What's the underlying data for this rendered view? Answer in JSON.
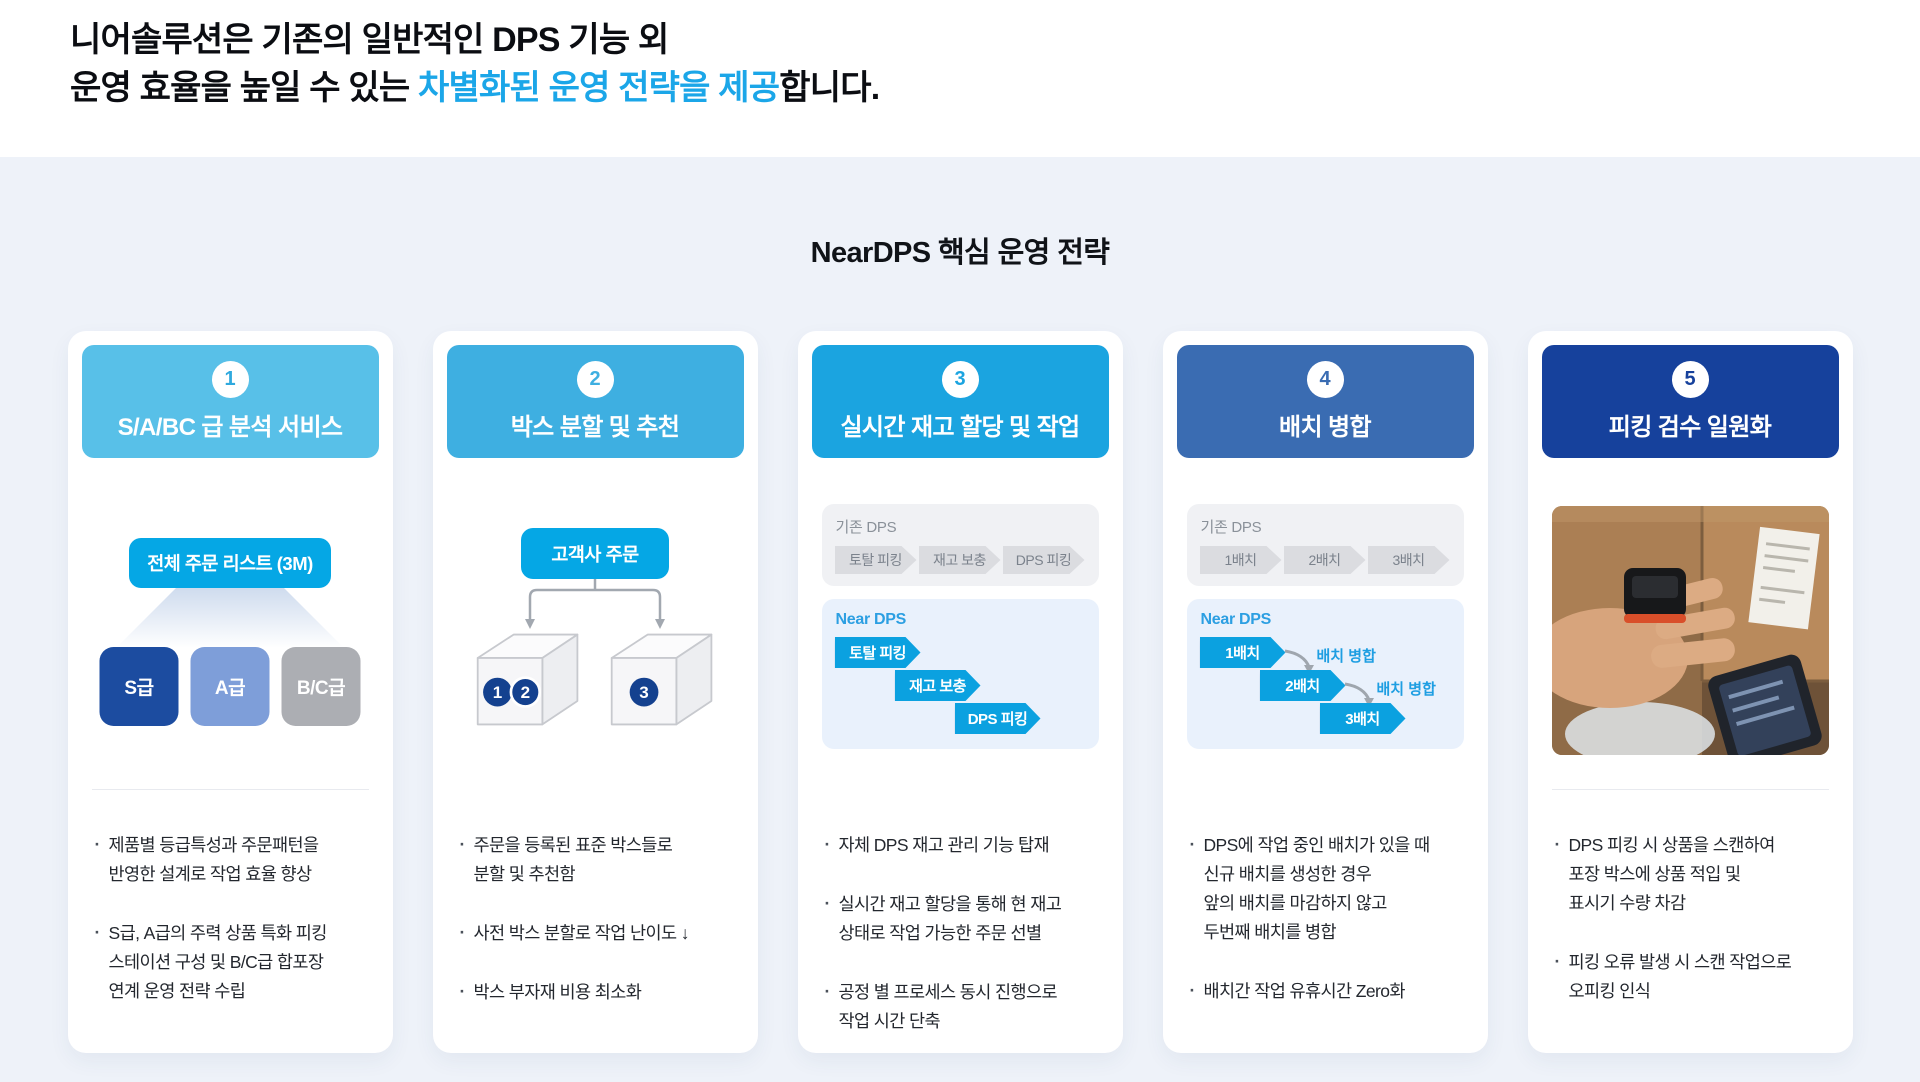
{
  "hero": {
    "line1": "니어솔루션은 기존의 일반적인 DPS 기능 외",
    "line2_prefix": "운영 효율을 높일 수 있는 ",
    "line2_highlight": "차별화된 운영 전략을 제공",
    "line2_suffix": "합니다."
  },
  "section_title": "NearDPS 핵심 운영 전략",
  "cards": [
    {
      "number": "1",
      "title": "S/A/BC 급 분석 서비스",
      "header_color": "#58C0E8",
      "diagram": {
        "source_pill": "전체 주문 리스트 (3M)",
        "classes": [
          {
            "label": "S급",
            "color": "#1C4CA0"
          },
          {
            "label": "A급",
            "color": "#7E9ED9"
          },
          {
            "label": "B/C급",
            "color": "#ACAEB3"
          }
        ]
      },
      "bullets": [
        "제품별 등급특성과 주문패턴을\n반영한 설계로 작업 효율 향상",
        "S급, A급의 주력 상품 특화 피킹\n스테이션 구성 및 B/C급 합포장\n연계 운영 전략 수립"
      ]
    },
    {
      "number": "2",
      "title": "박스 분할 및 추천",
      "header_color": "#3EAFE1",
      "diagram": {
        "source_pill": "고객사 주문",
        "boxes": [
          {
            "orders": [
              "1",
              "2"
            ]
          },
          {
            "orders": [
              "3"
            ]
          }
        ]
      },
      "bullets": [
        "주문을 등록된 표준 박스들로\n분할 및 추천함",
        "사전 박스 분할로 작업 난이도 ↓",
        "박스 부자재 비용 최소화"
      ]
    },
    {
      "number": "3",
      "title": "실시간 재고 할당 및 작업",
      "header_color": "#1BA4E0",
      "diagram": {
        "legacy": {
          "label": "기존 DPS",
          "steps": [
            "토탈 피킹",
            "재고 보충",
            "DPS 피킹"
          ]
        },
        "near": {
          "label": "Near DPS",
          "steps": [
            "토탈 피킹",
            "재고 보충",
            "DPS 피킹"
          ]
        }
      },
      "bullets": [
        "자체 DPS 재고 관리 기능 탑재",
        "실시간 재고 할당을 통해 현 재고\n상태로 작업 가능한 주문 선별",
        "공정 별 프로세스 동시 진행으로\n작업 시간 단축"
      ]
    },
    {
      "number": "4",
      "title": "배치 병합",
      "header_color": "#3A6CB2",
      "diagram": {
        "legacy": {
          "label": "기존 DPS",
          "steps": [
            "1배치",
            "2배치",
            "3배치"
          ]
        },
        "near": {
          "label": "Near DPS",
          "steps": [
            "1배치",
            "2배치",
            "3배치"
          ],
          "merge_label": "배치 병합"
        }
      },
      "bullets": [
        "DPS에 작업 중인 배치가 있을 때\n신규 배치를 생성한 경우\n앞의 배치를 마감하지 않고\n두번째 배치를 병합",
        "배치간 작업 유휴시간 Zero화"
      ]
    },
    {
      "number": "5",
      "title": "피킹 검수 일원화",
      "header_color": "#16419C",
      "diagram": {
        "photo": "ring-scanner-picking-photo"
      },
      "bullets": [
        "DPS 피킹 시 상품을 스캔하여\n포장 박스에 상품 적입 및\n표시기 수량 차감",
        "피킹 오류 발생 시 스캔 작업으로\n오피킹 인식"
      ]
    }
  ],
  "colors": {
    "page_bg": "#EEF2F9",
    "hero_bg": "#FFFFFF",
    "accent_blue": "#1BA6E8",
    "pill_blue": "#05A7E5",
    "chevron_blue": "#0BA1E0",
    "legacy_panel_bg": "#F0F1F4",
    "near_panel_bg": "#E9F1FC",
    "order_badge_navy": "#14418F"
  }
}
